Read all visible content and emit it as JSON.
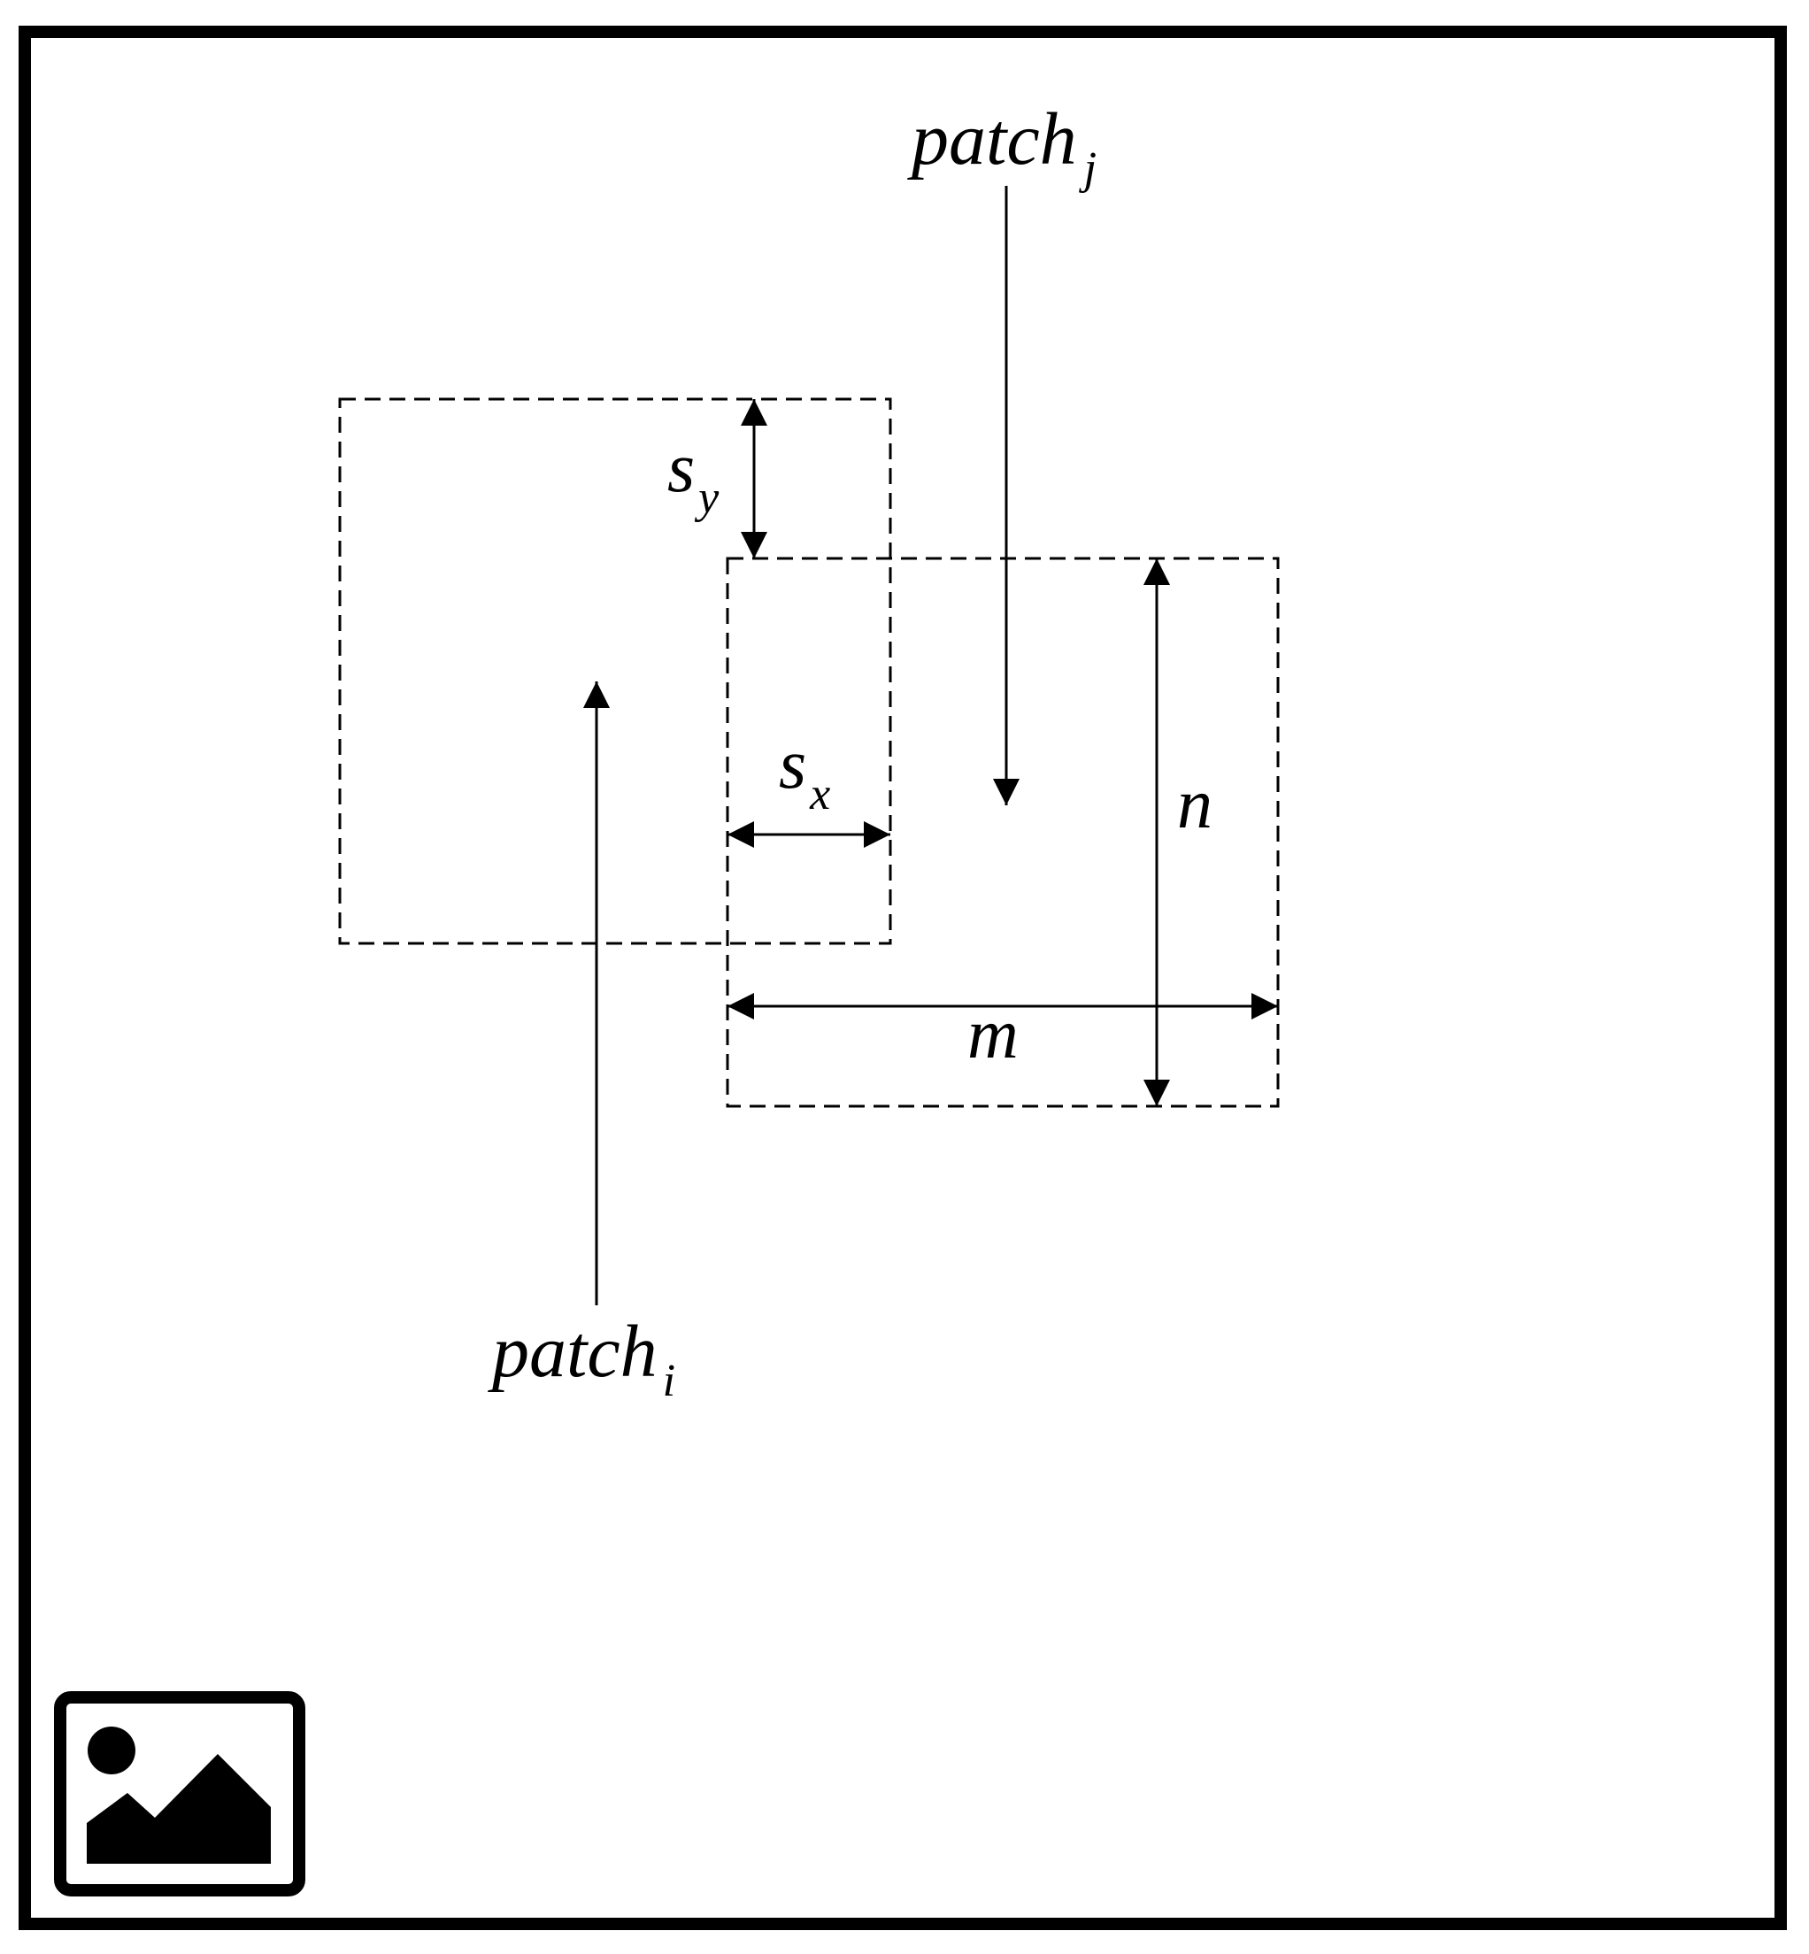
{
  "labels": {
    "patch_j": {
      "main": "patch",
      "sub": "j"
    },
    "patch_i": {
      "main": "patch",
      "sub": "i"
    },
    "s_y": {
      "main": "s",
      "sub": "y"
    },
    "s_x": {
      "main": "s",
      "sub": "x"
    },
    "n": "n",
    "m": "m"
  },
  "icons": {
    "corner": "image-placeholder-icon"
  },
  "colors": {
    "stroke": "#000000",
    "background": "#ffffff"
  }
}
